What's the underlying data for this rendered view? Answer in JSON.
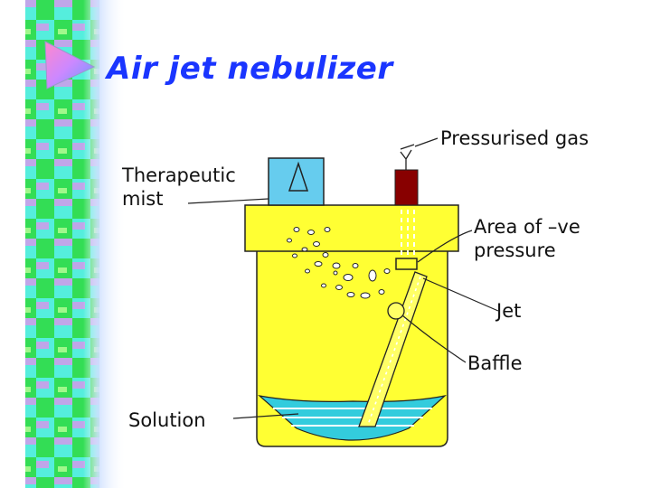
{
  "slide": {
    "title": "Air jet nebulizer"
  },
  "diagram": {
    "labels": {
      "pressurised_gas": "Pressurised gas",
      "therapeutic_line1": "Therapeutic",
      "therapeutic_line2": "mist",
      "negative_pressure_line1": "Area of –ve",
      "negative_pressure_line2": "pressure",
      "jet": "Jet",
      "baffle": "Baffle",
      "solution": "Solution"
    }
  },
  "colors": {
    "title": "#1a35ff",
    "body": "#ffff33",
    "solution": "#33ccdd",
    "mist_box": "#66ccee",
    "gas_inlet": "#880000",
    "stripe_cyan": "#55eedd",
    "stripe_green": "#33dd55",
    "stripe_pink": "#ee88ee"
  }
}
